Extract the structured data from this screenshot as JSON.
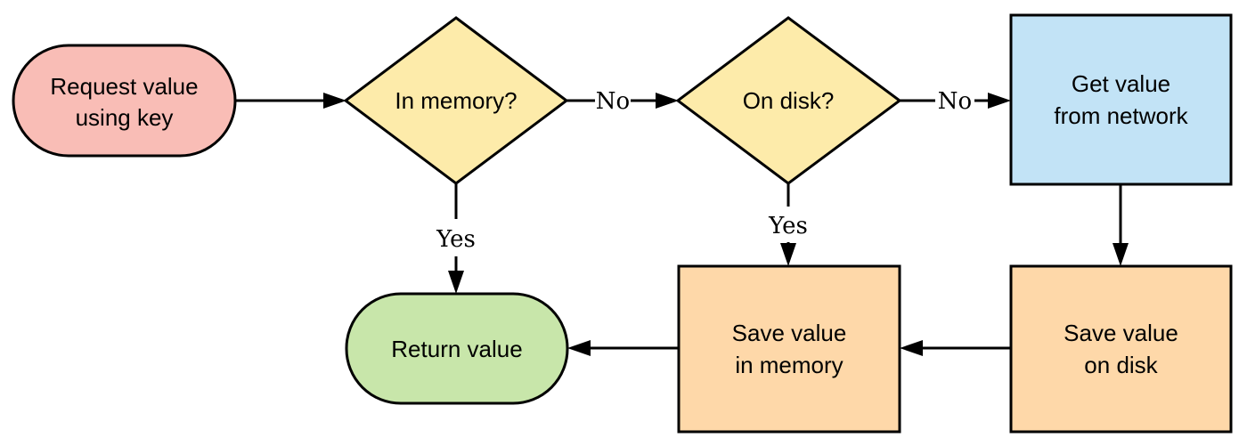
{
  "colors": {
    "start": "#f9bdb6",
    "decision": "#fdebaa",
    "network": "#c2e3f6",
    "save": "#fed8a9",
    "end": "#c8e6aa",
    "stroke": "#000000"
  },
  "nodes": {
    "request": {
      "line1": "Request value",
      "line2": "using key"
    },
    "in_memory": {
      "label": "In memory?"
    },
    "on_disk": {
      "label": "On disk?"
    },
    "get_network": {
      "line1": "Get value",
      "line2": "from network"
    },
    "return_value": {
      "label": "Return value"
    },
    "save_memory": {
      "line1": "Save value",
      "line2": "in memory"
    },
    "save_disk": {
      "line1": "Save value",
      "line2": "on disk"
    }
  },
  "edges": {
    "memory_no": "No",
    "disk_no": "No",
    "memory_yes": "Yes",
    "disk_yes": "Yes"
  }
}
